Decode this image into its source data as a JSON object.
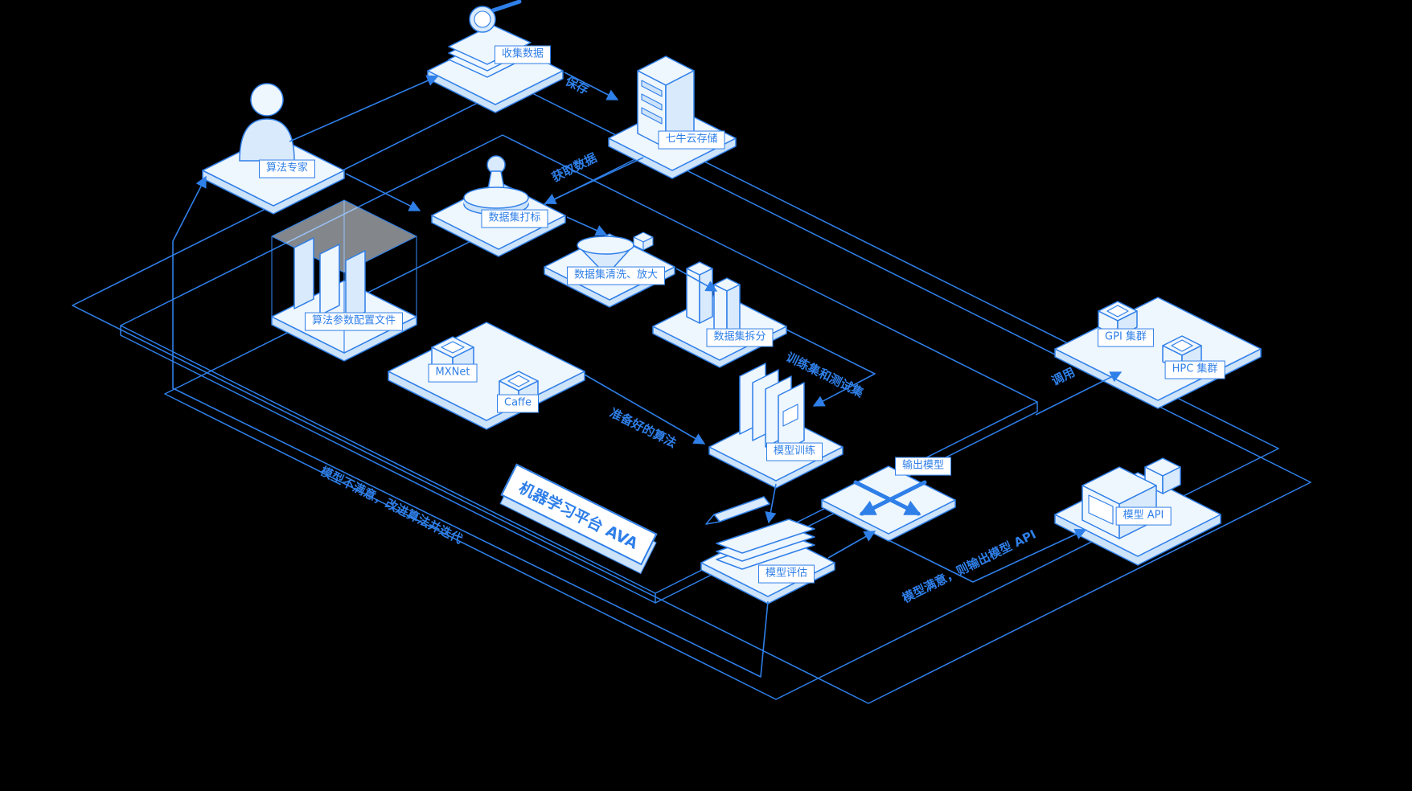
{
  "diagram": {
    "title": "机器学习平台 AVA",
    "nodes": {
      "collect": "收集数据",
      "qiniu": "七牛云存储",
      "expert": "算法专家",
      "labeling": "数据集打标",
      "cleaning": "数据集清洗、放大",
      "split": "数据集拆分",
      "config": "算法参数配置文件",
      "mxnet": "MXNet",
      "caffe": "Caffe",
      "training": "模型训练",
      "output": "输出模型",
      "eval": "模型评估",
      "api": "模型 API",
      "gpi": "GPI 集群",
      "hpc": "HPC 集群"
    },
    "edges": {
      "save": "保存",
      "fetch": "获取数据",
      "trainset": "训练集和测试集",
      "prepared": "准备好的算法",
      "invoke": "调用"
    },
    "annotations": {
      "unsatisfied": "模型不满意，改进算法并迭代",
      "satisfied": "模型满意，则输出模型 API"
    },
    "colors": {
      "stroke": "#2f7fe8",
      "fill_light": "#eef6fe",
      "fill_mid": "#d9eafc",
      "background": "#000000"
    }
  }
}
